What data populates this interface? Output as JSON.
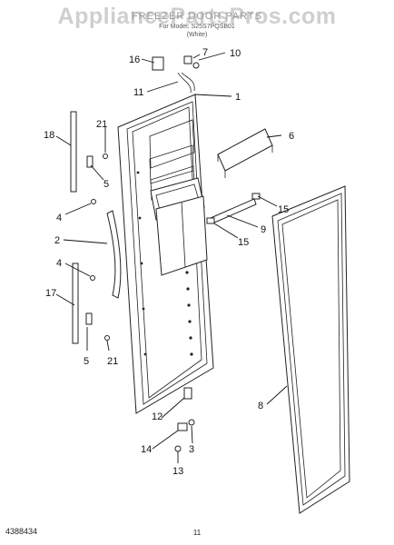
{
  "header": {
    "watermark": "AppliancePartsPros.com",
    "title": "FREEZER DOOR PARTS",
    "model_line": "For Model: S25S7PQSB01",
    "color_line": "(White)"
  },
  "footer": {
    "part_number": "4388434",
    "page_number": "11"
  },
  "callouts": [
    {
      "id": "c1",
      "text": "1"
    },
    {
      "id": "c2",
      "text": "2"
    },
    {
      "id": "c3",
      "text": "3"
    },
    {
      "id": "c4a",
      "text": "4"
    },
    {
      "id": "c4b",
      "text": "4"
    },
    {
      "id": "c5a",
      "text": "5"
    },
    {
      "id": "c5b",
      "text": "5"
    },
    {
      "id": "c6",
      "text": "6"
    },
    {
      "id": "c7",
      "text": "7"
    },
    {
      "id": "c8",
      "text": "8"
    },
    {
      "id": "c9",
      "text": "9"
    },
    {
      "id": "c10",
      "text": "10"
    },
    {
      "id": "c11",
      "text": "11"
    },
    {
      "id": "c12",
      "text": "12"
    },
    {
      "id": "c13",
      "text": "13"
    },
    {
      "id": "c14",
      "text": "14"
    },
    {
      "id": "c15a",
      "text": "15"
    },
    {
      "id": "c15b",
      "text": "15"
    },
    {
      "id": "c16",
      "text": "16"
    },
    {
      "id": "c17",
      "text": "17"
    },
    {
      "id": "c18",
      "text": "18"
    },
    {
      "id": "c21a",
      "text": "21"
    },
    {
      "id": "c21b",
      "text": "21"
    }
  ]
}
